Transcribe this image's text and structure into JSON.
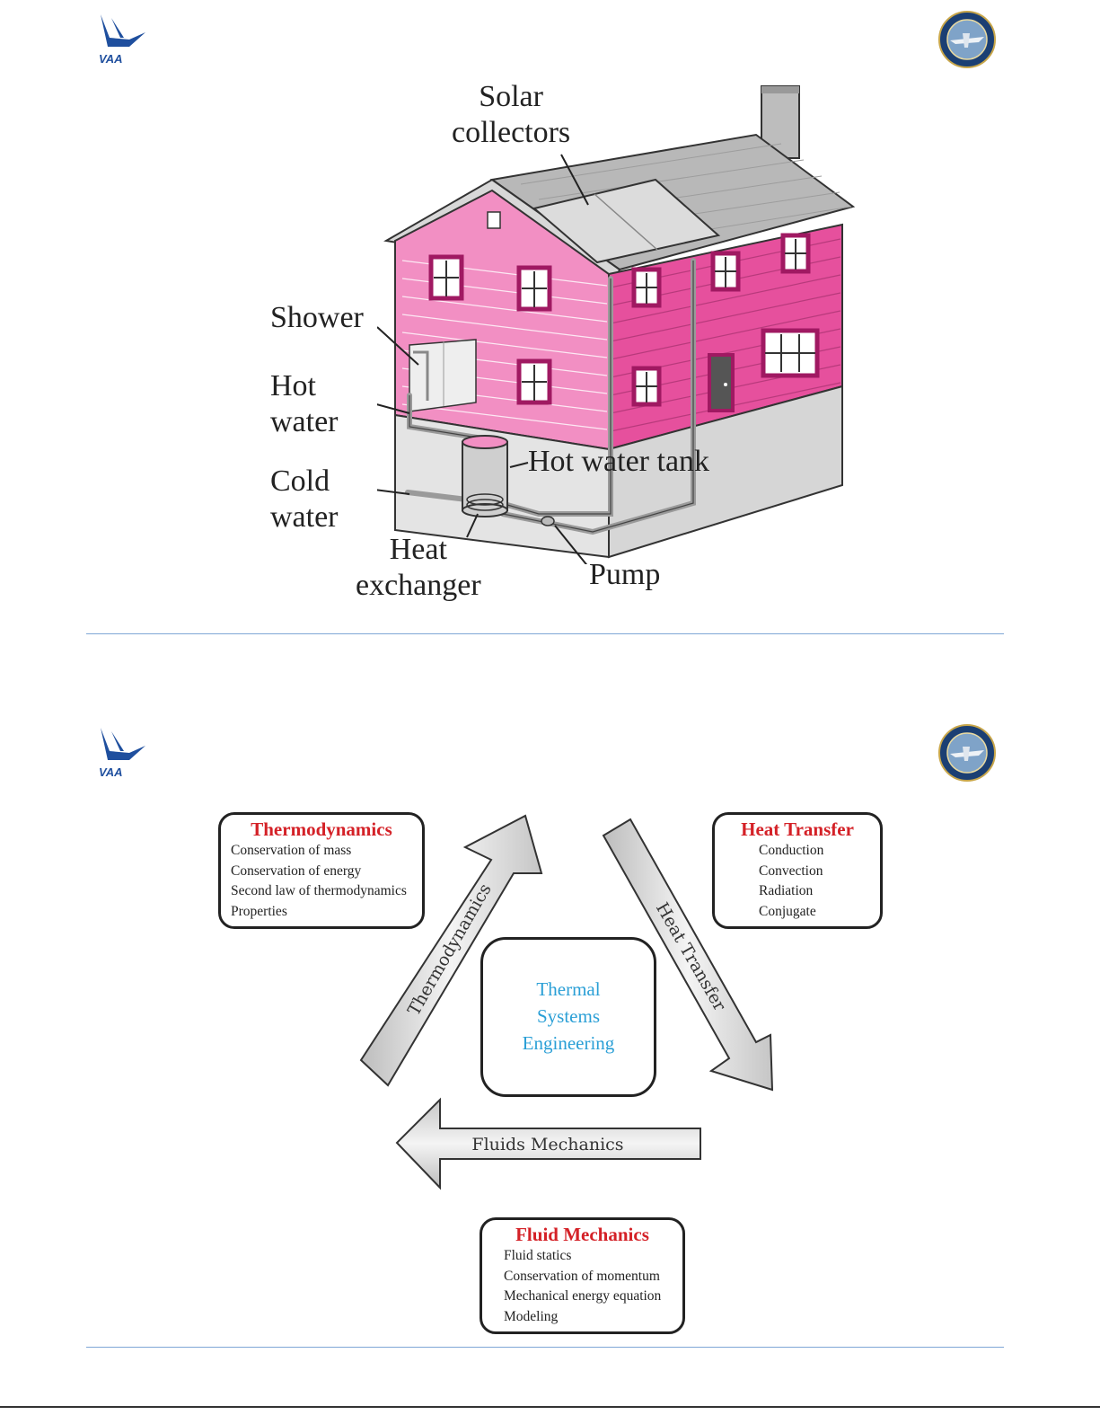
{
  "slide1": {
    "logo_left_text": "VAA",
    "labels": {
      "solar": "Solar\ncollectors",
      "shower": "Shower",
      "hot_water": "Hot\nwater",
      "cold_water": "Cold\nwater",
      "tank": "Hot water tank",
      "heat_exchanger": "Heat\nexchanger",
      "pump": "Pump"
    }
  },
  "slide2": {
    "logo_left_text": "VAA",
    "thermo": {
      "title": "Thermodynamics",
      "items": [
        "Conservation of mass",
        "Conservation of energy",
        "Second law of thermodynamics",
        "Properties"
      ]
    },
    "heat": {
      "title": "Heat Transfer",
      "items": [
        "Conduction",
        "Convection",
        "Radiation",
        "Conjugate"
      ]
    },
    "fluid": {
      "title": "Fluid Mechanics",
      "items": [
        "Fluid statics",
        "Conservation of momentum",
        "Mechanical energy equation",
        "Modeling"
      ]
    },
    "center": [
      "Thermal",
      "Systems",
      "Engineering"
    ],
    "arrows": {
      "thermo": "Thermodynamics",
      "heat": "Heat Transfer",
      "fluid": "Fluids Mechanics"
    }
  },
  "colors": {
    "title_red": "#d42127",
    "center_blue": "#2a9fd6",
    "house_pink": "#f28fc3",
    "house_pink_dark": "#e6509d",
    "rule_blue": "#7fa7d6",
    "logo_blue": "#1f4f9e"
  }
}
